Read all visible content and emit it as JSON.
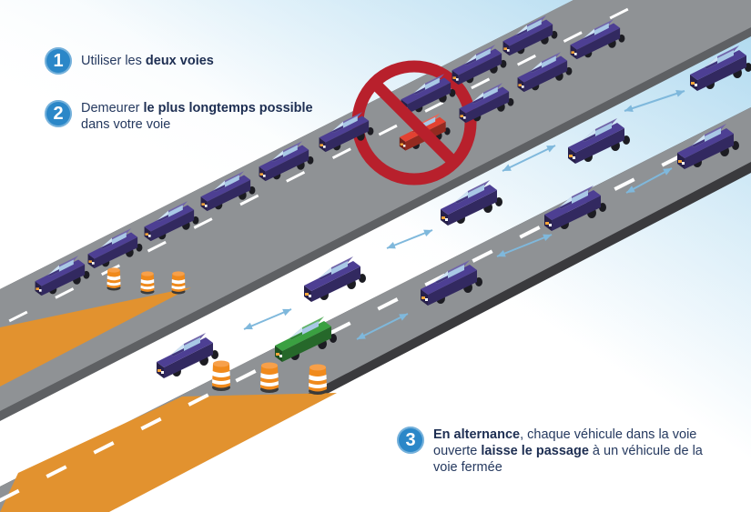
{
  "steps": [
    {
      "number": "1",
      "parts": [
        {
          "text": "Utiliser les ",
          "bold": false
        },
        {
          "text": "deux voies",
          "bold": true
        }
      ]
    },
    {
      "number": "2",
      "parts": [
        {
          "text": "Demeurer ",
          "bold": false
        },
        {
          "text": "le plus longtemps possible",
          "bold": true
        },
        {
          "text": " dans votre voie",
          "bold": false
        }
      ]
    },
    {
      "number": "3",
      "parts": [
        {
          "text": "En alternance",
          "bold": true
        },
        {
          "text": ", chaque véhicule dans la voie ouverte ",
          "bold": false
        },
        {
          "text": "laisse le passage",
          "bold": true
        },
        {
          "text": " à un véhicule de la voie fermée",
          "bold": false
        }
      ]
    }
  ],
  "colors": {
    "badge": "#2b87c8",
    "text": "#25395f",
    "road": "#8f9295",
    "road_edge": "#3a3a3d",
    "closed_lane": "#e2922f",
    "car": "#4d3f93",
    "car_merging": "#3aa041",
    "car_forbidden": "#e24131",
    "prohibition_sign": "#b8202c",
    "gap_arrow": "#7fb8dc",
    "cone": "#f08a1c"
  },
  "icons": {
    "prohibition": "no-entry-sign-icon",
    "car": "car-icon",
    "cone": "traffic-barrel-icon",
    "arrow": "double-arrow-icon"
  }
}
